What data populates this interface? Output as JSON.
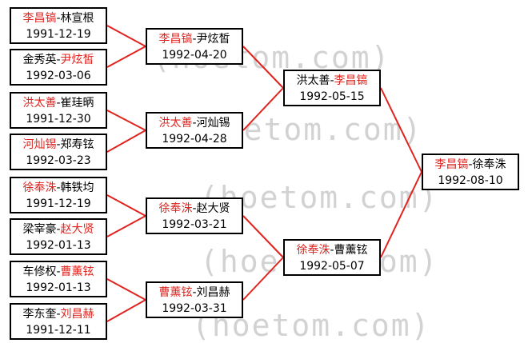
{
  "watermark": "(hoetom.com)",
  "colors": {
    "winner": "#e0231e",
    "line": "#e0231e",
    "border": "#000000",
    "watermark": "#d2d2d2"
  },
  "rounds": [
    {
      "matches": [
        {
          "player1": "李昌镐",
          "player2": "林宣根",
          "winner": 1,
          "date": "1991-12-19"
        },
        {
          "player1": "金秀英",
          "player2": "尹炫皙",
          "winner": 2,
          "date": "1992-03-06"
        },
        {
          "player1": "洪太善",
          "player2": "崔珪昞",
          "winner": 1,
          "date": "1991-12-30"
        },
        {
          "player1": "河灿锡",
          "player2": "郑寿铉",
          "winner": 1,
          "date": "1992-03-23"
        },
        {
          "player1": "徐奉洙",
          "player2": "韩铁均",
          "winner": 1,
          "date": "1991-12-19"
        },
        {
          "player1": "梁宰豪",
          "player2": "赵大贤",
          "winner": 2,
          "date": "1992-01-13"
        },
        {
          "player1": "车修权",
          "player2": "曹薰铉",
          "winner": 2,
          "date": "1992-01-13"
        },
        {
          "player1": "李东奎",
          "player2": "刘昌赫",
          "winner": 2,
          "date": "1991-12-11"
        }
      ]
    },
    {
      "matches": [
        {
          "player1": "李昌镐",
          "player2": "尹炫皙",
          "winner": 1,
          "date": "1992-04-20"
        },
        {
          "player1": "洪太善",
          "player2": "河灿锡",
          "winner": 1,
          "date": "1992-04-28"
        },
        {
          "player1": "徐奉洙",
          "player2": "赵大贤",
          "winner": 1,
          "date": "1992-03-21"
        },
        {
          "player1": "曹薰铉",
          "player2": "刘昌赫",
          "winner": 1,
          "date": "1992-03-31"
        }
      ]
    },
    {
      "matches": [
        {
          "player1": "洪太善",
          "player2": "李昌镐",
          "winner": 2,
          "date": "1992-05-15"
        },
        {
          "player1": "徐奉洙",
          "player2": "曹薰铉",
          "winner": 1,
          "date": "1992-05-07"
        }
      ]
    },
    {
      "matches": [
        {
          "player1": "李昌镐",
          "player2": "徐奉洙",
          "winner": 1,
          "date": "1992-08-10"
        }
      ]
    }
  ]
}
